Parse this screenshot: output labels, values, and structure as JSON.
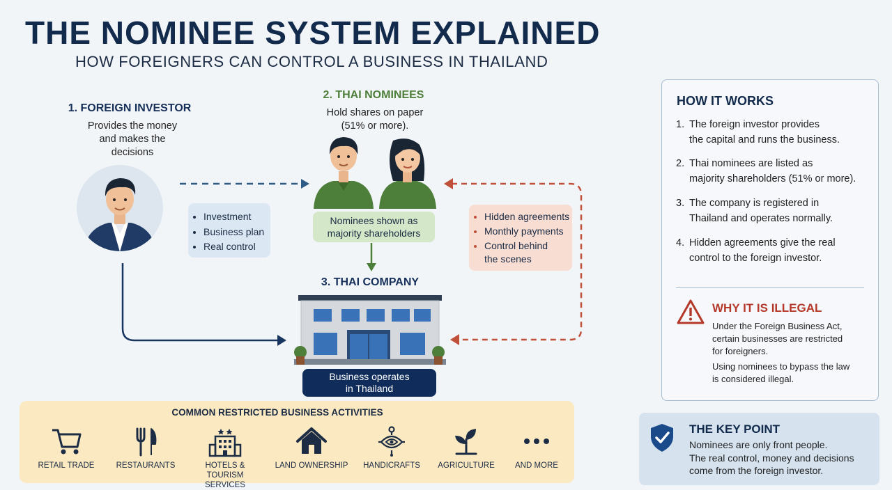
{
  "title": "THE NOMINEE SYSTEM EXPLAINED",
  "subtitle": "HOW FOREIGNERS CAN CONTROL A BUSINESS IN THAILAND",
  "investor": {
    "label": "1. FOREIGN INVESTOR",
    "desc": [
      "Provides the money",
      "and makes the",
      "decisions"
    ],
    "items": [
      "Investment",
      "Business plan",
      "Real control"
    ]
  },
  "nominees": {
    "label": "2. THAI NOMINEES",
    "desc": [
      "Hold shares on paper",
      "(51% or more)."
    ],
    "box": [
      "Nominees shown as",
      "majority shareholders"
    ]
  },
  "hidden": {
    "items": [
      "Hidden agreements",
      "Monthly payments",
      "Control behind the scenes"
    ]
  },
  "company": {
    "label": "3. THAI COMPANY",
    "box": [
      "Business operates",
      "in Thailand"
    ]
  },
  "restricted": {
    "title": "COMMON RESTRICTED BUSINESS ACTIVITIES",
    "activities": [
      {
        "icon": "shopping-cart-icon",
        "lines": [
          "RETAIL TRADE"
        ]
      },
      {
        "icon": "fork-knife-icon",
        "lines": [
          "RESTAURANTS"
        ]
      },
      {
        "icon": "hotel-icon",
        "lines": [
          "HOTELS &",
          "TOURISM SERVICES"
        ]
      },
      {
        "icon": "house-icon",
        "lines": [
          "LAND OWNERSHIP"
        ]
      },
      {
        "icon": "handicraft-icon",
        "lines": [
          "HANDICRAFTS"
        ]
      },
      {
        "icon": "plant-icon",
        "lines": [
          "AGRICULTURE"
        ]
      },
      {
        "icon": "more-dots-icon",
        "lines": [
          "AND MORE"
        ]
      }
    ]
  },
  "how": {
    "title": "HOW IT WORKS",
    "steps": [
      {
        "num": "1.",
        "lines": [
          "The foreign investor provides",
          "the capital and runs the business."
        ]
      },
      {
        "num": "2.",
        "lines": [
          "Thai nominees are listed as",
          "majority shareholders (51% or more)."
        ]
      },
      {
        "num": "3.",
        "lines": [
          "The company is registered in",
          "Thailand and operates normally."
        ]
      },
      {
        "num": "4.",
        "lines": [
          "Hidden agreements give the real",
          "control to the foreign investor."
        ]
      }
    ],
    "illegal_title": "WHY IT IS ILLEGAL",
    "illegal_p1": [
      "Under the Foreign Business Act,",
      "certain businesses are restricted",
      "for foreigners."
    ],
    "illegal_p2": [
      "Using nominees to bypass the law",
      "is considered illegal."
    ]
  },
  "key": {
    "title": "THE KEY POINT",
    "lines": [
      "Nominees are only front people.",
      "The real control, money and decisions",
      "come from the foreign investor."
    ]
  },
  "colors": {
    "navy": "#122a4c",
    "blue_arrow": "#2d5b86",
    "green": "#4e7f3a",
    "red": "#c0503a"
  }
}
